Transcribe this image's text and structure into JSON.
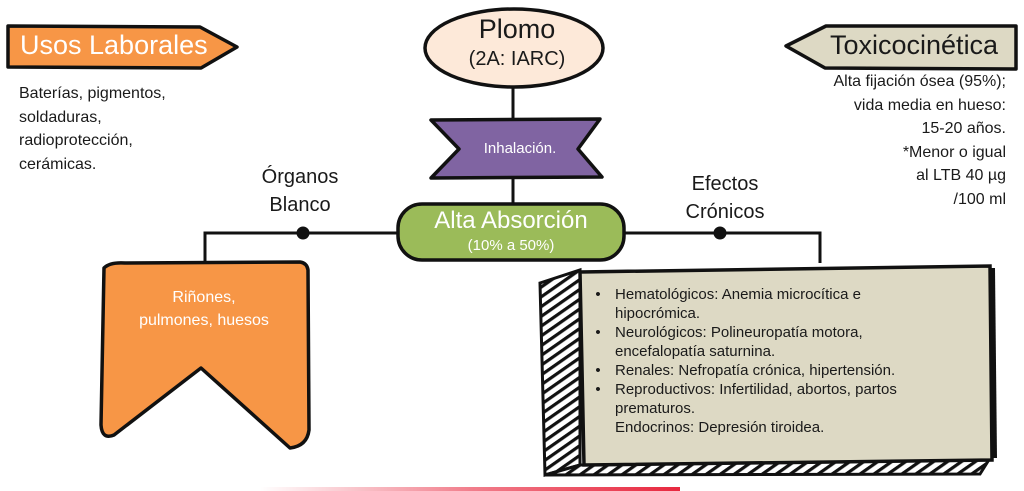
{
  "diagram": {
    "center": {
      "title": "Plomo",
      "subtitle": "(2A: IARC)"
    },
    "route": {
      "label": "Inhalación."
    },
    "absorption": {
      "title": "Alta Absorción",
      "subtitle": "(10% a 50%)"
    },
    "usos_laborales": {
      "title": "Usos Laborales",
      "lines": [
        "Baterías, pigmentos,",
        "soldaduras,",
        "radioprotección,",
        "cerámicas."
      ]
    },
    "toxicocinetica": {
      "title": "Toxicocinética",
      "lines": [
        "Alta fijación ósea (95%);",
        "vida media en hueso:",
        "15-20 años.",
        "*Menor o igual",
        "al LTB 40 µg",
        "/100 ml"
      ]
    },
    "organos_blanco": {
      "label_lines": [
        "Órganos",
        "Blanco"
      ],
      "content_lines": [
        "Riñones,",
        "pulmones, huesos"
      ]
    },
    "efectos_cronicos": {
      "label_lines": [
        "Efectos",
        "Crónicos"
      ],
      "items": [
        {
          "bullet": "•",
          "lines": [
            "Hematológicos: Anemia microcítica e",
            "hipocrómica."
          ]
        },
        {
          "bullet": "•",
          "lines": [
            "Neurológicos: Polineuropatía motora,",
            "encefalopatía saturnina."
          ]
        },
        {
          "bullet": "•",
          "lines": [
            "Renales: Nefropatía crónica, hipertensión."
          ]
        },
        {
          "bullet": "•",
          "lines": [
            "Reproductivos: Infertilidad, abortos, partos",
            "prematuros."
          ]
        },
        {
          "bullet": "",
          "lines": [
            "Endocrinos: Depresión tiroidea."
          ]
        }
      ]
    }
  },
  "colors": {
    "orange": "#F79646",
    "peach": "#FDE9D9",
    "purple": "#8064A2",
    "green": "#9BBB59",
    "khaki": "#DDD9C4",
    "outline": "#111111",
    "accent_red": "#E8283F"
  }
}
